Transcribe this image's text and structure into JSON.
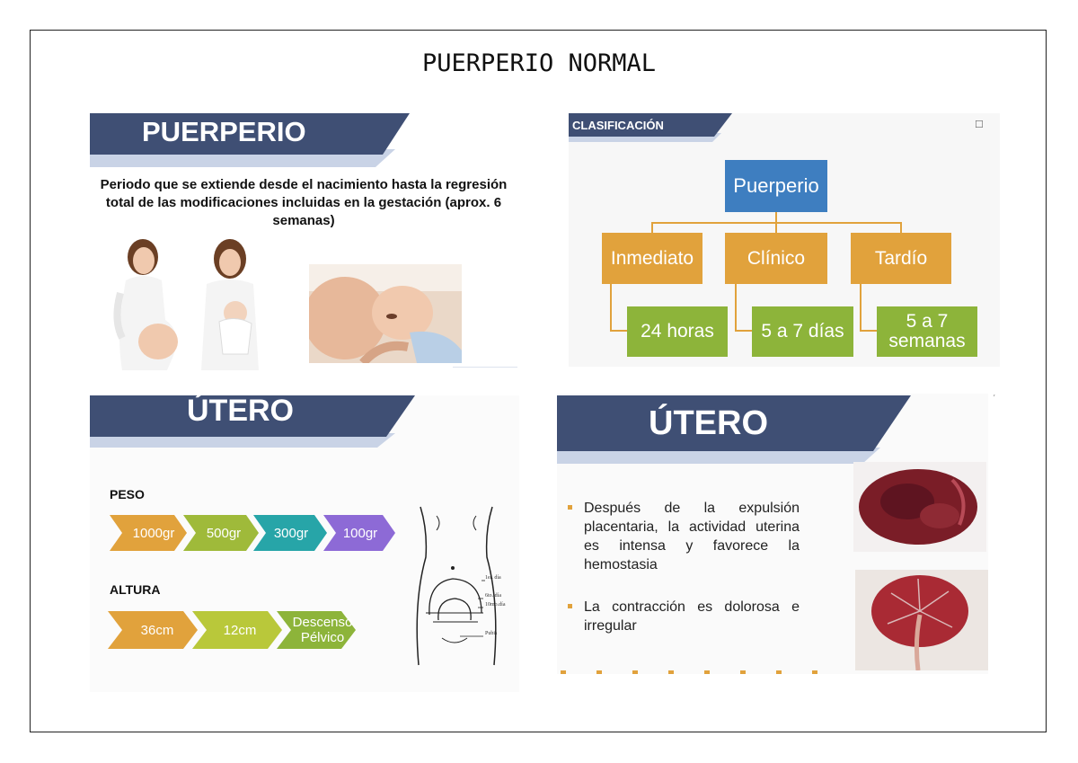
{
  "page": {
    "title": "PUERPERIO NORMAL"
  },
  "panel1": {
    "heading": "PUERPERIO",
    "description": "Periodo que se extiende desde el nacimiento hasta la regresión total de las modificaciones incluidas en la gestación (aprox. 6 semanas)"
  },
  "panel2": {
    "heading": "CLASIFICACIÓN",
    "root": "Puerperio",
    "phases": [
      {
        "name": "Inmediato",
        "duration": "24 horas"
      },
      {
        "name": "Clínico",
        "duration": "5 a 7 días"
      },
      {
        "name": "Tardío",
        "duration": "5 a 7 semanas"
      }
    ]
  },
  "panel3": {
    "heading": "ÚTERO",
    "peso_label": "PESO",
    "peso_steps": [
      "1000gr",
      "500gr",
      "300gr",
      "100gr"
    ],
    "altura_label": "ALTURA",
    "altura_steps": [
      "36cm",
      "12cm",
      "Descenso Pélvico"
    ],
    "diagram_labels": [
      "1er. día",
      "6to. día",
      "10mo.día",
      "Pubis"
    ]
  },
  "panel4": {
    "heading": "ÚTERO",
    "bullets": [
      "Después de la expulsión placentaria, la actividad uterina es intensa y favorece la hemostasia",
      "La contracción es dolorosa e irregular"
    ]
  },
  "colors": {
    "banner_navy": "#3f4f74",
    "banner_light": "#c9d3e6",
    "blue": "#3e7ec0",
    "orange": "#e1a23c",
    "green": "#8db43a",
    "chev_peso": [
      "#e1a23c",
      "#9fba3a",
      "#27a5a8",
      "#8d6ad6"
    ],
    "chev_altura": [
      "#e1a23c",
      "#b9c83a",
      "#8db43a"
    ]
  }
}
